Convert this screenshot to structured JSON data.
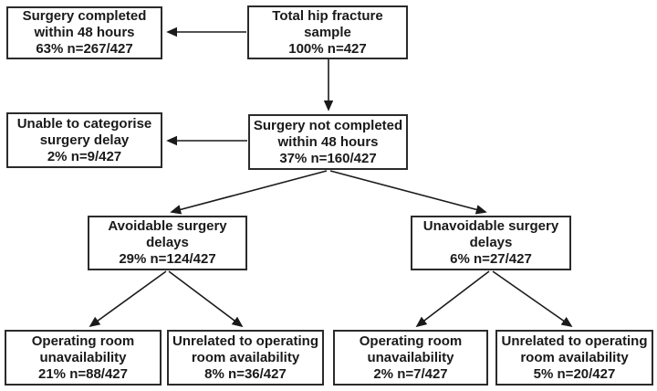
{
  "diagram": {
    "description": "Hip fracture surgery delay categorisation flowchart",
    "colors": {
      "background": "#ffffff",
      "box_border": "#2b2b2b",
      "box_fill": "#ffffff",
      "text": "#1a1a1a",
      "arrow": "#1a1a1a"
    },
    "boxes": {
      "total": {
        "lines": [
          "Total hip fracture",
          "sample",
          "100% n=427"
        ]
      },
      "completed": {
        "lines": [
          "Surgery completed",
          "within 48 hours",
          "63% n=267/427"
        ]
      },
      "uncategorised": {
        "lines": [
          "Unable to categorise",
          "surgery delay",
          "2% n=9/427"
        ]
      },
      "not_completed": {
        "lines": [
          "Surgery not completed",
          "within 48 hours",
          "37% n=160/427"
        ]
      },
      "avoidable": {
        "lines": [
          "Avoidable surgery",
          "delays",
          "29% n=124/427"
        ]
      },
      "unavoidable": {
        "lines": [
          "Unavoidable surgery",
          "delays",
          "6% n=27/427"
        ]
      },
      "avoidable_or": {
        "lines": [
          "Operating room",
          "unavailability",
          "21% n=88/427"
        ]
      },
      "avoidable_unrel": {
        "lines": [
          "Unrelated to operating",
          "room availability",
          "8% n=36/427"
        ]
      },
      "unavoidable_or": {
        "lines": [
          "Operating room",
          "unavailability",
          "2% n=7/427"
        ]
      },
      "unavoidable_unrel": {
        "lines": [
          "Unrelated to operating",
          "room availability",
          "5% n=20/427"
        ]
      }
    },
    "edges": [
      "total -> completed",
      "total -> not_completed",
      "not_completed -> uncategorised",
      "not_completed -> avoidable",
      "not_completed -> unavoidable",
      "avoidable -> avoidable_or",
      "avoidable -> avoidable_unrel",
      "unavoidable -> unavoidable_or",
      "unavoidable -> unavoidable_unrel"
    ]
  }
}
